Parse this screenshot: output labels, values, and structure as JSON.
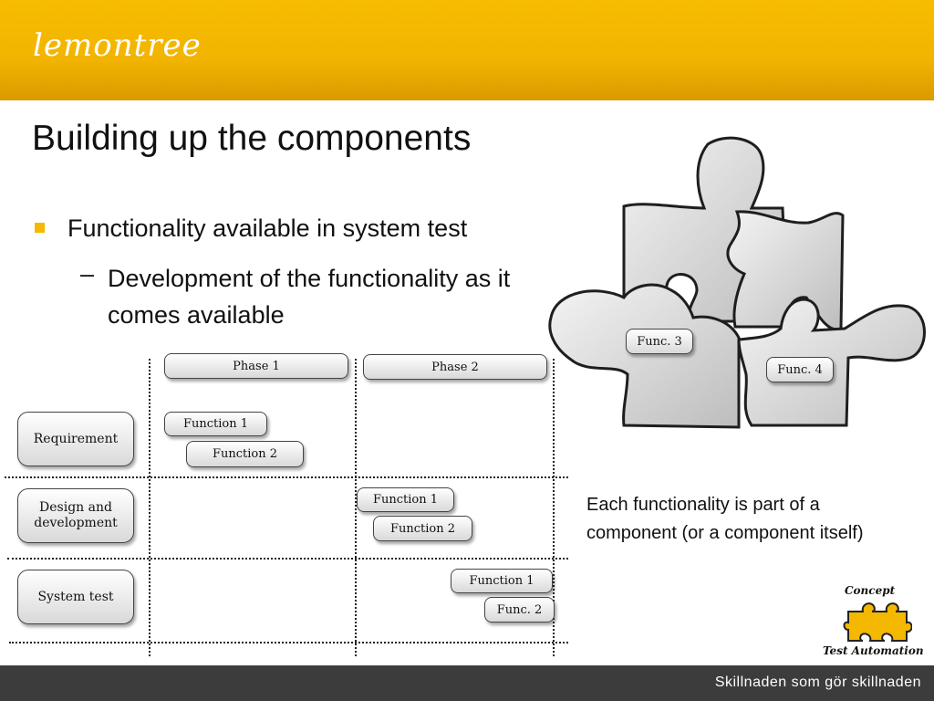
{
  "header": {
    "logo": "lemontree"
  },
  "title": "Building up the components",
  "bullets": {
    "level1": "Functionality available in system test",
    "level2_dash": "–",
    "level2": "Development of the functionality as it comes available"
  },
  "diagram": {
    "phases": [
      "Phase 1",
      "Phase 2"
    ],
    "rows": [
      "Requirement",
      "Design and development",
      "System test"
    ],
    "requirement_items": [
      "Function 1",
      "Function 2"
    ],
    "design_items": [
      "Function 1",
      "Function 2"
    ],
    "system_items": [
      "Function 1",
      "Func. 2"
    ]
  },
  "puzzle": {
    "labels": [
      "Func. 3",
      "Func. 4"
    ]
  },
  "note": "Each functionality is part of a component (or a component itself)",
  "concept_badge": {
    "top": "Concept",
    "bottom": "Test Automation",
    "color": "#f5b800"
  },
  "footer": {
    "tagline": "Skillnaden som gör skillnaden"
  },
  "colors": {
    "accent": "#f5b800",
    "footer_bg": "#3c3c3c"
  }
}
